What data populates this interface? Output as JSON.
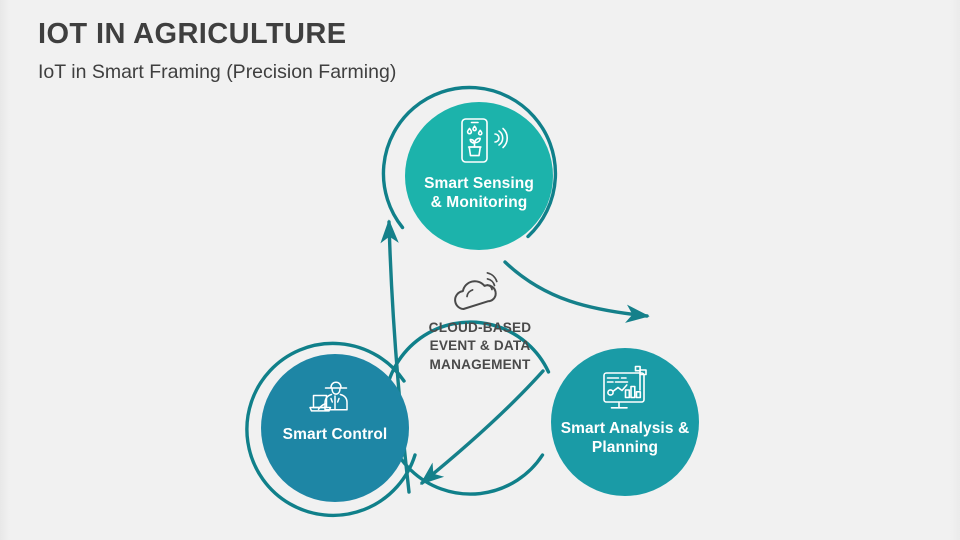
{
  "header": {
    "title": "IOT IN AGRICULTURE",
    "subtitle": "IoT in Smart Framing (Precision Farming)"
  },
  "colors": {
    "background": "#f1f1f1",
    "title_text": "#3f3f3f",
    "ring_stroke": "#10808a",
    "arrow_stroke": "#15808a",
    "node_sensing_fill": "#1cb3ab",
    "node_analysis_fill": "#1a9ba6",
    "node_control_fill": "#1e86a5",
    "node_label_text": "#ffffff",
    "cloud_icon_stroke": "#4a4a4a",
    "cloud_caption_text": "#4a4a4a"
  },
  "diagram": {
    "type": "cycle",
    "nodes": [
      {
        "id": "smart-sensing",
        "label_line1": "Smart Sensing",
        "label_line2": "& Monitoring",
        "icon": "smartphone-plant-sensor-icon",
        "fill": "#1cb3ab",
        "position": "top"
      },
      {
        "id": "smart-analysis",
        "label_line1": "Smart Analysis &",
        "label_line2": "Planning",
        "icon": "monitor-analytics-chart-icon",
        "fill": "#1a9ba6",
        "position": "bottom-right"
      },
      {
        "id": "smart-control",
        "label_line1": "Smart Control",
        "label_line2": "",
        "icon": "farmer-laptop-icon",
        "fill": "#1e86a5",
        "position": "bottom-left"
      }
    ],
    "center": {
      "icon": "cloud-wifi-icon",
      "caption_line1": "CLOUD-BASED",
      "caption_line2": "EVENT & DATA",
      "caption_line3": "MANAGEMENT"
    },
    "arrows": [
      {
        "id": "arrow-control-to-sensing",
        "from": "smart-control",
        "to": "smart-sensing",
        "direction": "up"
      },
      {
        "id": "arrow-sensing-to-analysis",
        "from": "smart-sensing",
        "to": "smart-analysis",
        "direction": "down-right"
      },
      {
        "id": "arrow-analysis-to-control",
        "from": "smart-analysis",
        "to": "smart-control",
        "direction": "down-left"
      }
    ]
  }
}
